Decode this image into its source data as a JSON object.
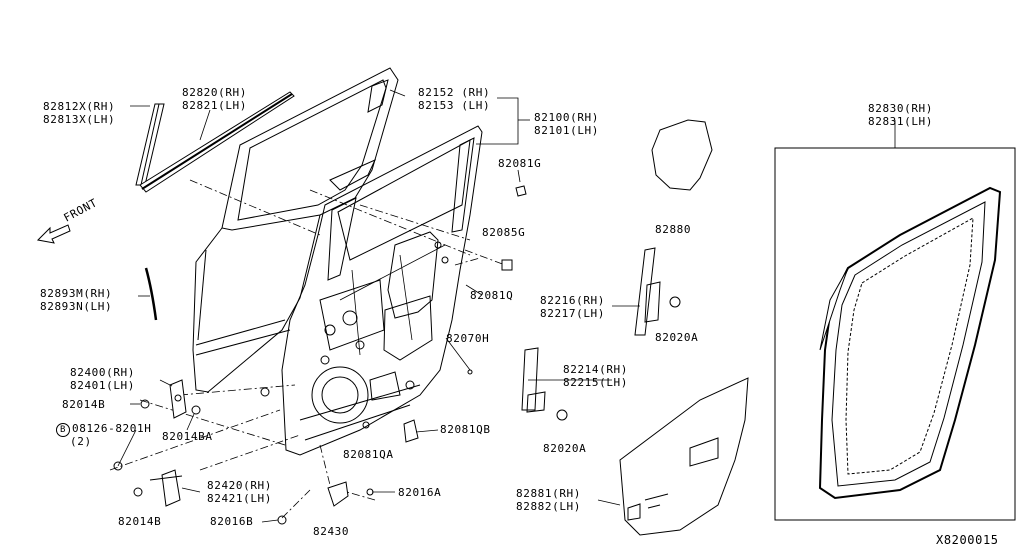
{
  "labels": {
    "p82812": "82812X(RH)",
    "p82813": "82813X(LH)",
    "p82820": "82820(RH)",
    "p82821": "82821(LH)",
    "p82152": "82152 (RH)",
    "p82153": "82153 (LH)",
    "p82100": "82100(RH)",
    "p82101": "82101(LH)",
    "p82081G": "82081G",
    "p82085G": "82085G",
    "p82081Q": "82081Q",
    "front": "FRONT",
    "p82893M": "82893M(RH)",
    "p82893N": "82893N(LH)",
    "p82880": "82880",
    "p82830": "82830(RH)",
    "p82831": "82831(LH)",
    "p82216": "82216(RH)",
    "p82217": "82217(LH)",
    "p82020A_1": "82020A",
    "p82070H": "82070H",
    "p82214": "82214(RH)",
    "p82215": "82215(LH)",
    "p82020A_2": "82020A",
    "p82400": "82400(RH)",
    "p82401": "82401(LH)",
    "p82014B_1": "82014B",
    "p82014BA": "82014BA",
    "bolt_code": "08126-8201H",
    "bolt_circle": "B",
    "bolt_qty": "(2)",
    "p82081QB": "82081QB",
    "p82081QA": "82081QA",
    "p82420": "82420(RH)",
    "p82421": "82421(LH)",
    "p82016A": "82016A",
    "p82014B_2": "82014B",
    "p82016B": "82016B",
    "p82430": "82430",
    "p82881": "82881(RH)",
    "p82882": "82882(LH)",
    "diagram_id": "X8200015"
  }
}
